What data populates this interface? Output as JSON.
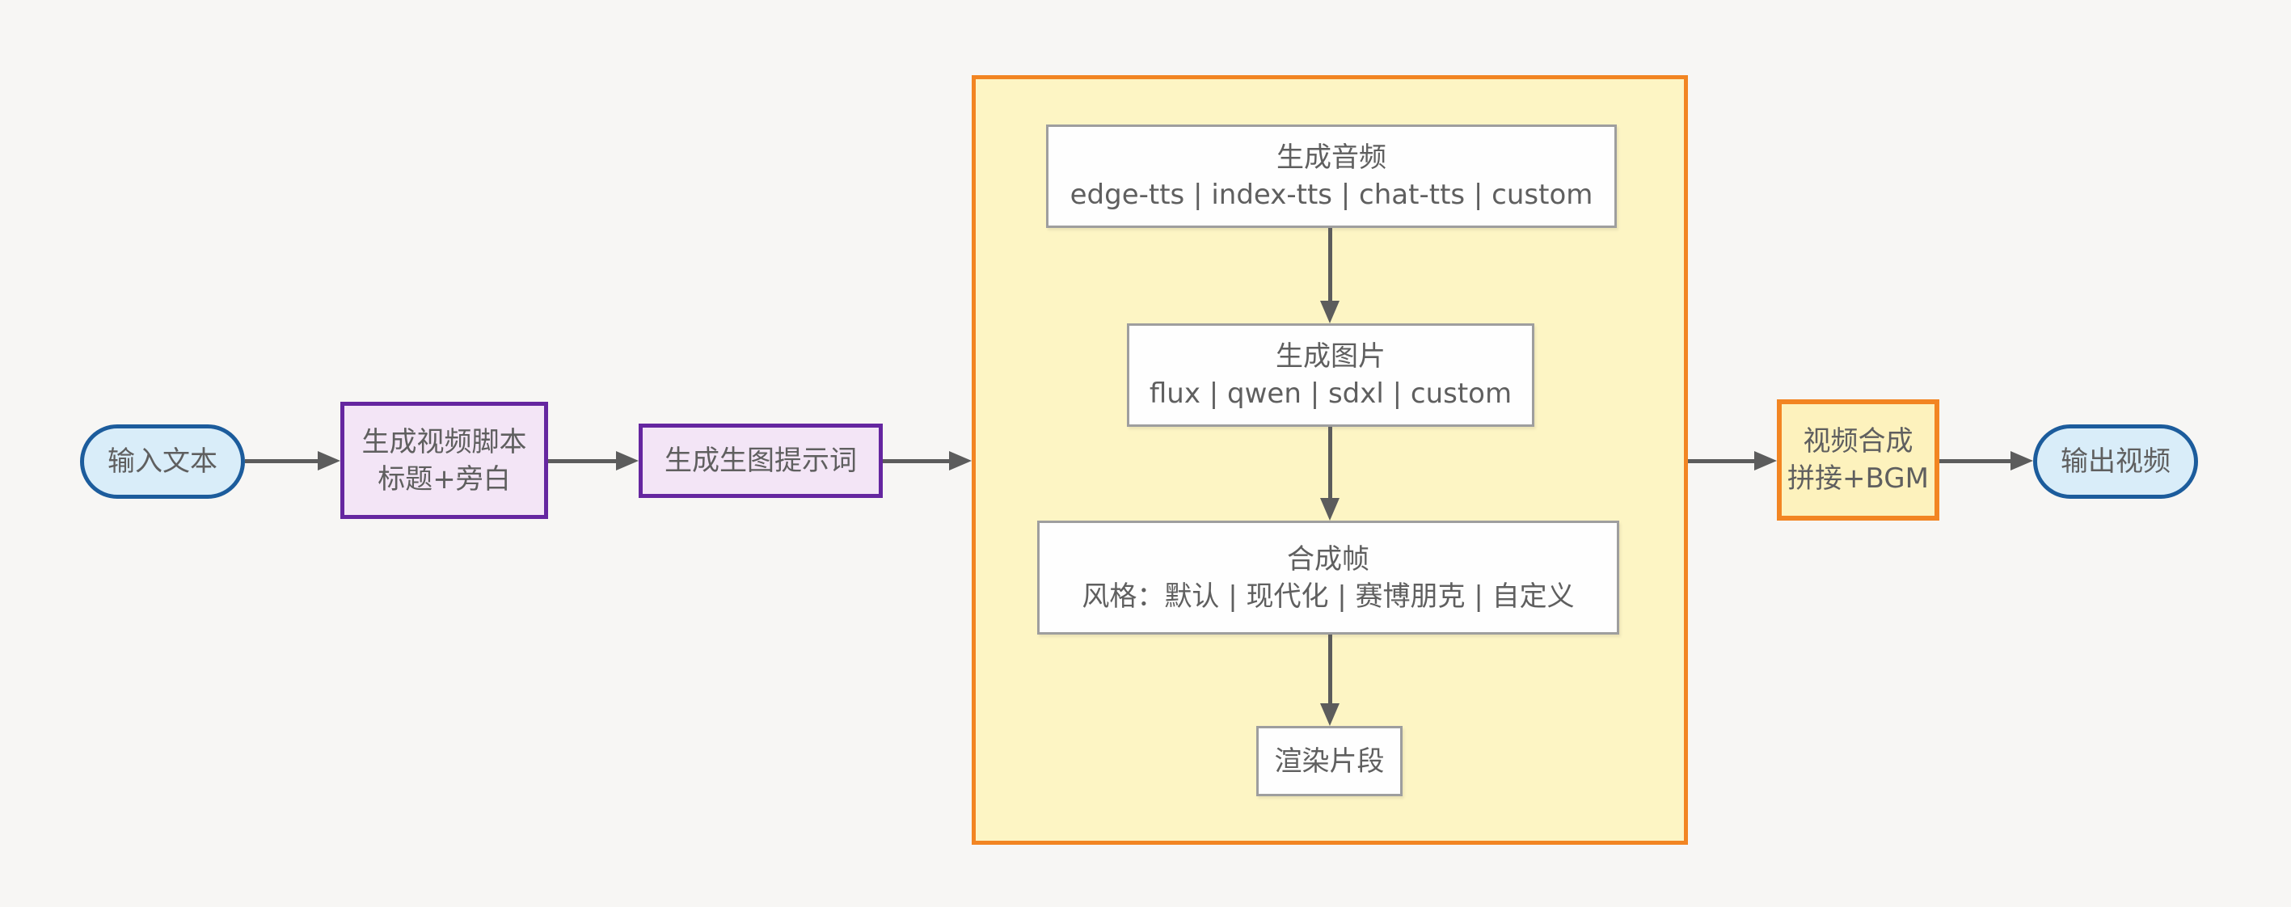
{
  "palette": {
    "background": "#f7f6f4",
    "arrow_color": "#5c5c5c",
    "text_color": "#5f5f5f",
    "pill_fill": "#d9edf9",
    "pill_border": "#1c5c9c",
    "purple_fill": "#f3e5f6",
    "purple_border": "#6526a0",
    "group_fill": "#fdf5c4",
    "group_border": "#f28522",
    "orange_box_fill": "#fdf2bd",
    "white_box_fill": "#fefefe",
    "white_box_border": "#9e9e9e"
  },
  "nodes": {
    "input_text": {
      "label": "输入文本"
    },
    "gen_script": {
      "line1": "生成视频脚本",
      "line2": "标题+旁白"
    },
    "gen_prompt": {
      "label": "生成生图提示词"
    },
    "gen_audio": {
      "line1": "生成音频",
      "line2": "edge-tts | index-tts | chat-tts | custom"
    },
    "gen_image": {
      "line1": "生成图片",
      "line2": "flux | qwen | sdxl | custom"
    },
    "compose_frames": {
      "line1": "合成帧",
      "line2": "风格：默认 | 现代化 | 赛博朋克 | 自定义"
    },
    "render_clips": {
      "label": "渲染片段"
    },
    "video_compose": {
      "line1": "视频合成",
      "line2": "拼接+BGM"
    },
    "output_video": {
      "label": "输出视频"
    }
  },
  "edges": [
    {
      "from": "input_text",
      "to": "gen_script"
    },
    {
      "from": "gen_script",
      "to": "gen_prompt"
    },
    {
      "from": "gen_prompt",
      "to": "pipeline_group"
    },
    {
      "from": "gen_audio",
      "to": "gen_image"
    },
    {
      "from": "gen_image",
      "to": "compose_frames"
    },
    {
      "from": "compose_frames",
      "to": "render_clips"
    },
    {
      "from": "pipeline_group",
      "to": "video_compose"
    },
    {
      "from": "video_compose",
      "to": "output_video"
    }
  ]
}
